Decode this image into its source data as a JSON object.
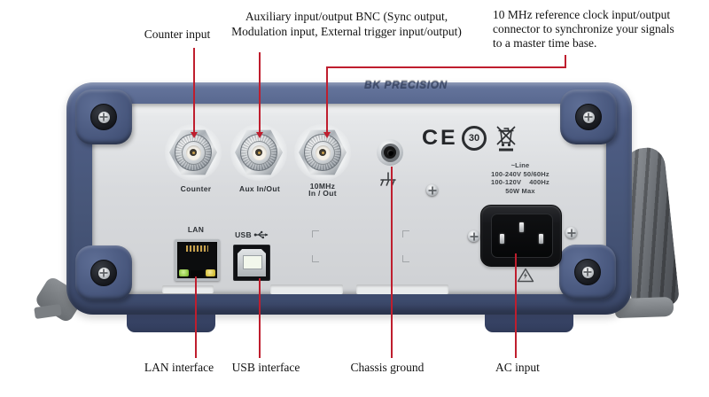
{
  "annotations": {
    "counter_input": "Counter input",
    "aux_line1": "Auxiliary input/output BNC (Sync output,",
    "aux_line2": "Modulation input, External trigger input/output)",
    "refclock_line1": "10 MHz reference clock input/output",
    "refclock_line2": "connector to synchronize your signals",
    "refclock_line3": "to a master time base.",
    "lan_interface": "LAN interface",
    "usb_interface": "USB interface",
    "chassis_ground": "Chassis ground",
    "ac_input": "AC input"
  },
  "panel": {
    "brand": "BK PRECISION",
    "bnc_counter_label": "Counter",
    "bnc_aux_label": "Aux In/Out",
    "bnc_10mhz_label_line1": "10MHz",
    "bnc_10mhz_label_line2": "In / Out",
    "lan_port_label": "LAN",
    "usb_port_label": "USB",
    "ce_mark": "CE",
    "epup_mark": "30",
    "power_line1": "~Line",
    "power_line2": "100-240V 50/60Hz",
    "power_line3": "100-120V    400Hz",
    "power_line4": "50W Max"
  },
  "icons": {
    "usb_trident_icon": "usb-trident",
    "weee_bin_icon": "crossed-out-wheelie-bin",
    "epup_circle_icon": "china-rohs-epup-30",
    "ground_symbol_icon": "chassis-ground-symbol",
    "warning_triangle_icon": "high-voltage-warning-triangle"
  },
  "colors": {
    "callout_red": "#bf1e2e",
    "bumper_blue": "#475678",
    "panel_gray": "#d8dadd",
    "foot_blue": "#394568",
    "handle_gray": "#84888d",
    "led_green": "#8cc63f",
    "led_yellow": "#d2bc36"
  }
}
